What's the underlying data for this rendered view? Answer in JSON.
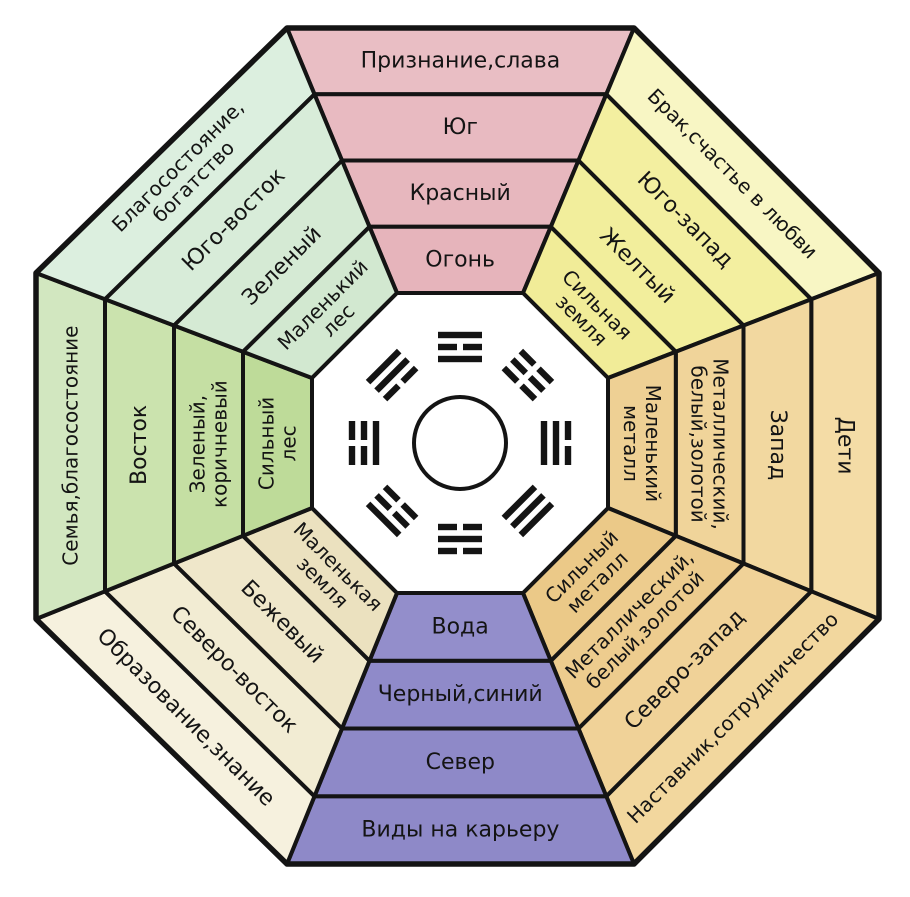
{
  "style": {
    "background": "#ffffff",
    "line_color": "#141414",
    "text_color": "#141414"
  },
  "sectors": [
    {
      "id": "south",
      "position": "top",
      "rotation": 0,
      "colors": [
        "#e9bec4",
        "#e8bac1",
        "#e7b7be",
        "#e6b4bb"
      ],
      "rings": [
        "Признание,слава",
        "Юг",
        "Красный",
        "Огонь"
      ]
    },
    {
      "id": "southwest",
      "position": "top-right",
      "rotation": 45,
      "colors": [
        "#f8f6c4",
        "#f3efa0",
        "#f2ee9c",
        "#f1ec98"
      ],
      "rings": [
        "Брак,счастье в любви",
        "Юго-запад",
        "Желтый",
        "Сильная\nземля"
      ]
    },
    {
      "id": "west",
      "position": "right",
      "rotation": 90,
      "colors": [
        "#f4dca6",
        "#f2d8a0",
        "#f0d49a",
        "#eed094"
      ],
      "rings": [
        "Дети",
        "Запад",
        "Металлический,\nбелый,золотой",
        "Маленький\nметалл"
      ]
    },
    {
      "id": "northwest",
      "position": "bottom-right",
      "rotation": -45,
      "colors": [
        "#f2d79e",
        "#f0d298",
        "#edcc8e",
        "#ebc988"
      ],
      "rings": [
        "Наставник,сотрудничество",
        "Северо-запад",
        "Металлический,\nбелый,золотой",
        "Сильный\nметалл"
      ]
    },
    {
      "id": "north",
      "position": "bottom",
      "rotation": 0,
      "colors": [
        "#8e89c8",
        "#8e89c8",
        "#8f8ac9",
        "#938ecb"
      ],
      "rings": [
        "Виды на карьеру",
        "Север",
        "Черный,синий",
        "Вода"
      ]
    },
    {
      "id": "northeast",
      "position": "bottom-left",
      "rotation": 45,
      "colors": [
        "#f6f1de",
        "#f2ecd3",
        "#efe7ca",
        "#ebe1bf"
      ],
      "rings": [
        "Образование,знание",
        "Северо-восток",
        "Бежевый",
        "Маленькая\nземля"
      ]
    },
    {
      "id": "east",
      "position": "left",
      "rotation": -90,
      "colors": [
        "#d2e7c0",
        "#cbe3ae",
        "#c5dfa3",
        "#bedb99"
      ],
      "rings": [
        "Семья,благосостояние",
        "Восток",
        "Зеленый,\nкоричневый",
        "Сильный\nлес"
      ]
    },
    {
      "id": "southeast",
      "position": "top-left",
      "rotation": -45,
      "colors": [
        "#dcefdf",
        "#d8ecd9",
        "#d5ead4",
        "#d2e8d0"
      ],
      "rings": [
        "Благосостояние,\nбогатство",
        "Юго-восток",
        "Зеленый",
        "Маленький\nлес"
      ]
    }
  ],
  "center": {
    "fill": "#ffffff",
    "has_circle": true,
    "trigrams": [
      {
        "name": "trigram-li",
        "direction": "south",
        "angle": 0,
        "lines": [
          1,
          0,
          1
        ]
      },
      {
        "name": "trigram-kun",
        "direction": "southwest",
        "angle": 45,
        "lines": [
          0,
          0,
          0
        ]
      },
      {
        "name": "trigram-dui",
        "direction": "west",
        "angle": 90,
        "lines": [
          1,
          1,
          0
        ]
      },
      {
        "name": "trigram-qian",
        "direction": "northwest",
        "angle": 135,
        "lines": [
          1,
          1,
          1
        ]
      },
      {
        "name": "trigram-kan",
        "direction": "north",
        "angle": 180,
        "lines": [
          0,
          1,
          0
        ]
      },
      {
        "name": "trigram-gen",
        "direction": "northeast",
        "angle": 225,
        "lines": [
          0,
          0,
          1
        ]
      },
      {
        "name": "trigram-zhen",
        "direction": "east",
        "angle": 270,
        "lines": [
          1,
          0,
          0
        ]
      },
      {
        "name": "trigram-xun",
        "direction": "southeast",
        "angle": 315,
        "lines": [
          0,
          1,
          1
        ]
      }
    ]
  }
}
